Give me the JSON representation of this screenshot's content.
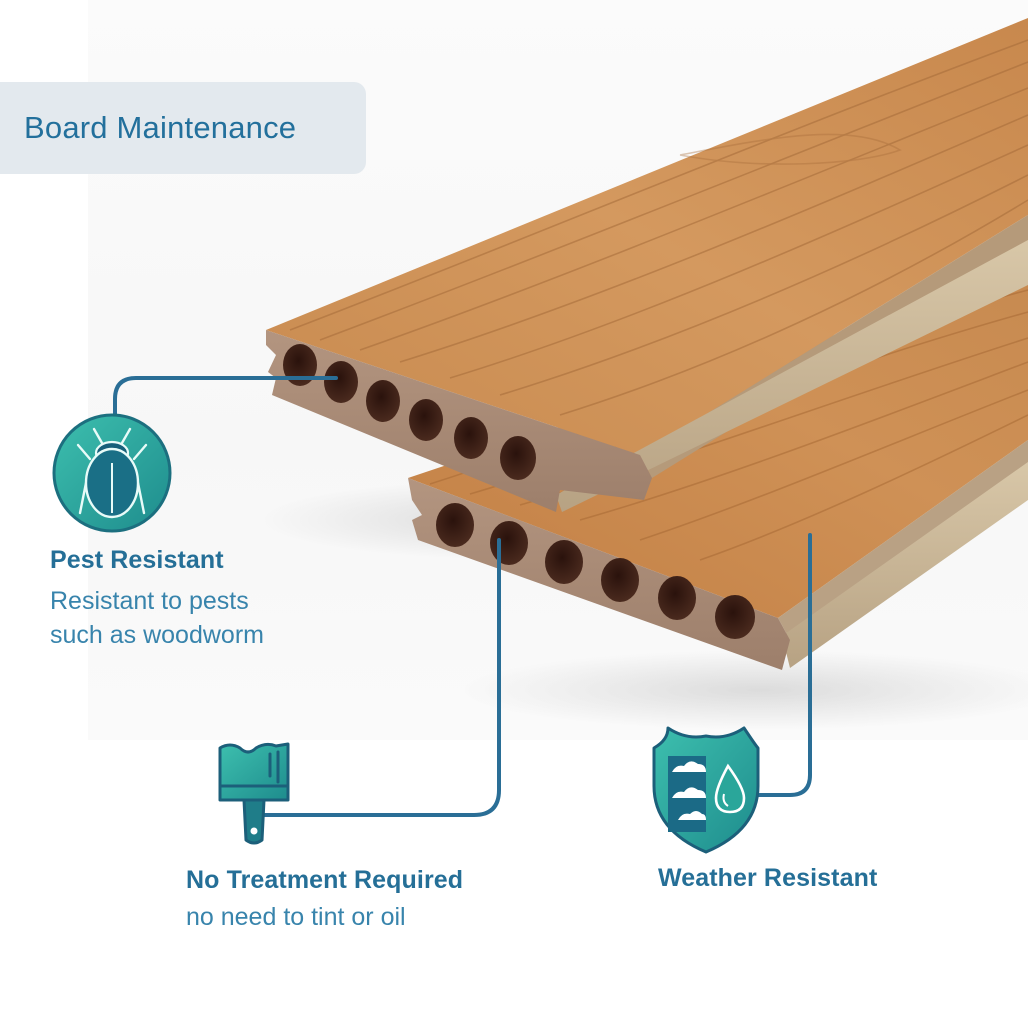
{
  "header": {
    "title": "Board Maintenance"
  },
  "features": [
    {
      "id": "pest",
      "icon": "beetle-icon",
      "title": "Pest Resistant",
      "description_lines": [
        "Resistant to pests",
        "such as woodworm"
      ]
    },
    {
      "id": "treatment",
      "icon": "paintbrush-icon",
      "title": "No Treatment Required",
      "description_lines": [
        "no need to tint or oil"
      ]
    },
    {
      "id": "weather",
      "icon": "weather-shield-icon",
      "title": "Weather Resistant",
      "description_lines": []
    }
  ],
  "product": {
    "name": "composite decking boards",
    "board_count": 2,
    "holes_per_board": 6
  },
  "colors": {
    "brand_blue": "#256f97",
    "line_blue": "#2a6e96",
    "teal": "#2aa69a",
    "teal_dark": "#1d7b80",
    "badge_bg": "#e3e9ee",
    "wood_top": "#c98a50",
    "wood_edge": "#a8866c",
    "hole": "#3a1e16",
    "groove": "#c9b79a"
  }
}
